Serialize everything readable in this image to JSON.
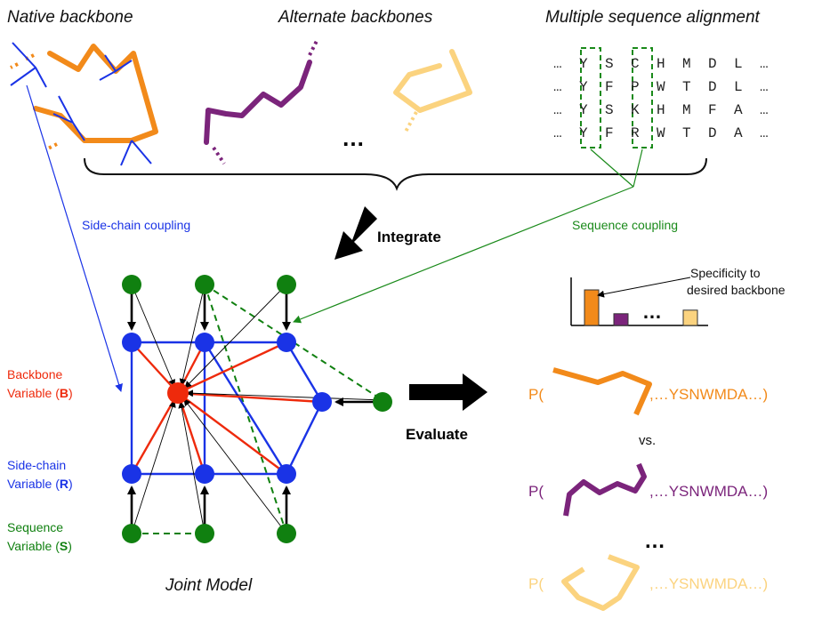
{
  "titles": {
    "native": "Native backbone",
    "alternate": "Alternate backbones",
    "msa": "Multiple sequence alignment",
    "joint_model": "Joint Model"
  },
  "ellipsis": "…",
  "msa_rows": [
    [
      "…",
      "Y",
      "S",
      "C",
      "H",
      "M",
      "D",
      "L",
      "…"
    ],
    [
      "…",
      "Y",
      "F",
      "P",
      "W",
      "T",
      "D",
      "L",
      "…"
    ],
    [
      "…",
      "Y",
      "S",
      "K",
      "H",
      "M",
      "F",
      "A",
      "…"
    ],
    [
      "…",
      "Y",
      "F",
      "R",
      "W",
      "T",
      "D",
      "A",
      "…"
    ]
  ],
  "labels": {
    "side_chain_coupling": "Side-chain coupling",
    "sequence_coupling": "Sequence coupling",
    "integrate": "Integrate",
    "evaluate": "Evaluate",
    "specificity_line1": "Specificity to",
    "specificity_line2": "desired backbone",
    "vs": "vs.",
    "prob_prefix": "P(",
    "prob_suffix": ",…YSNWMDA…)"
  },
  "legend": {
    "backbone_line1": "Backbone",
    "backbone_line2": "Variable (",
    "backbone_letter": "B",
    "side_chain_line1": "Side-chain",
    "side_chain_line2": "Variable (",
    "side_chain_letter": "R",
    "sequence_line1": "Sequence",
    "sequence_line2": "Variable (",
    "sequence_letter": "S",
    "close_paren": ")"
  },
  "colors": {
    "orange": "#f28a1a",
    "purple": "#7b247b",
    "light_orange": "#fbd37f",
    "blue": "#1a33e6",
    "green": "#1a8a1a",
    "red": "#ee2a0c",
    "dark_green": "#108010",
    "black": "#000000"
  },
  "specificity_bars": [
    {
      "series": "native",
      "value": 1.0
    },
    {
      "series": "alternate-1",
      "value": 0.33
    },
    {
      "series": "alternate-n",
      "value": 0.43
    }
  ]
}
